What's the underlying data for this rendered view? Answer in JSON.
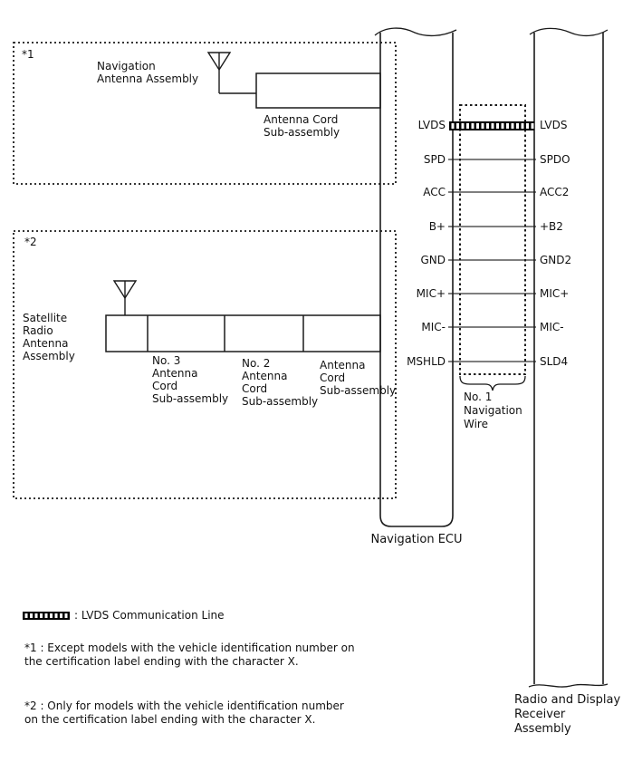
{
  "page": {
    "background_color": "#ffffff",
    "line_color": "#1a1a1a"
  },
  "box1": {
    "tag": "*1",
    "antenna_label": "Navigation\nAntenna Assembly",
    "cord_label": "Antenna Cord\nSub-assembly"
  },
  "box2": {
    "tag": "*2",
    "antenna_label": "Satellite\nRadio\nAntenna\nAssembly",
    "cord3_label": "No. 3\nAntenna\nCord\nSub-assembly",
    "cord2_label": "No. 2\nAntenna\nCord\nSub-assembly",
    "cord1_label": "Antenna\nCord\nSub-assembly"
  },
  "ecu": {
    "label": "Navigation ECU",
    "pins": [
      "LVDS",
      "SPD",
      "ACC",
      "B+",
      "GND",
      "MIC+",
      "MIC-",
      "MSHLD"
    ]
  },
  "receiver": {
    "label": "Radio and Display\nReceiver\nAssembly",
    "pins": [
      "LVDS",
      "SPDO",
      "ACC2",
      "+B2",
      "GND2",
      "MIC+",
      "MIC-",
      "SLD4"
    ]
  },
  "nav_wire": {
    "label": "No. 1\nNavigation\nWire"
  },
  "legend": {
    "lvds_label": ": LVDS Communication Line"
  },
  "notes": {
    "note1": "*1 : Except models with the vehicle identification number on\nthe certification label ending with the character X.",
    "note2": "*2 : Only for models with the vehicle identification number\non the certification label ending with the character X."
  }
}
